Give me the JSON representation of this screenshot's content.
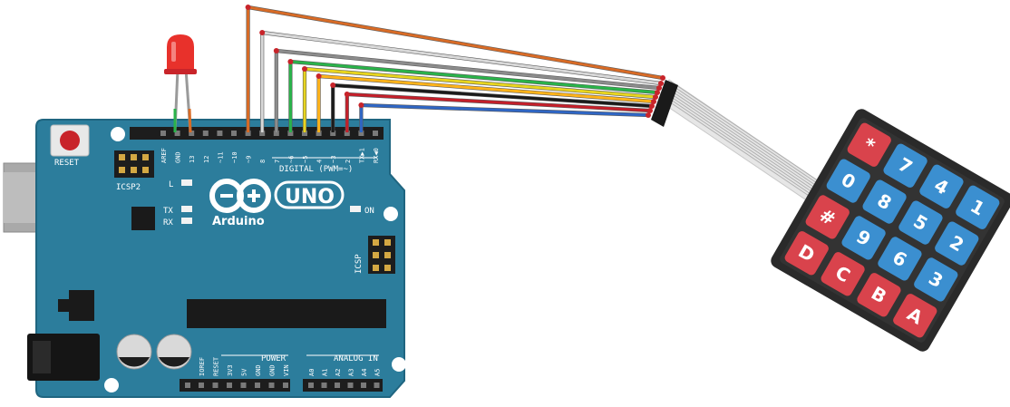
{
  "board": {
    "logo_text": "Arduino",
    "model_text": "UNO",
    "reset_label": "RESET",
    "icsp2_label": "ICSP2",
    "icsp_label": "ICSP",
    "digital_label": "DIGITAL (PWM=~)",
    "power_label": "POWER",
    "analog_label": "ANALOG IN",
    "led_labels": {
      "l": "L",
      "tx": "TX",
      "rx": "RX",
      "on": "ON"
    },
    "digital_pins": [
      "AREF",
      "GND",
      "13",
      "12",
      "~11",
      "~10",
      "~9",
      "8",
      "7",
      "~6",
      "~5",
      "4",
      "~3",
      "2",
      "TX▶1",
      "RX◀0"
    ],
    "power_pins": [
      "IOREF",
      "RESET",
      "3V3",
      "5V",
      "GND",
      "GND",
      "VIN"
    ],
    "analog_pins": [
      "A0",
      "A1",
      "A2",
      "A3",
      "A4",
      "A5"
    ]
  },
  "colors": {
    "board": "#2c7d9c",
    "board_edge": "#1f6580",
    "header": "#1d1d1d",
    "led": "#e8312b",
    "keypad_body": "#2a2a2a",
    "key_red": "#d9434c",
    "key_blue": "#3b8fd0",
    "wires": [
      "#d86b26",
      "#d8d8d8",
      "#8c8c8c",
      "#2ab34a",
      "#e8d51f",
      "#ffb31a",
      "#1a1a1a",
      "#c41f2a",
      "#2f66c4"
    ]
  },
  "keypad": {
    "rows": [
      [
        "*",
        "7",
        "4",
        "1"
      ],
      [
        "0",
        "8",
        "5",
        "2"
      ],
      [
        "#",
        "9",
        "6",
        "3"
      ],
      [
        "D",
        "C",
        "B",
        "A"
      ]
    ],
    "colors": [
      [
        "red",
        "blue",
        "blue",
        "blue"
      ],
      [
        "blue",
        "blue",
        "blue",
        "blue"
      ],
      [
        "red",
        "blue",
        "blue",
        "blue"
      ],
      [
        "red",
        "red",
        "red",
        "red"
      ]
    ]
  }
}
